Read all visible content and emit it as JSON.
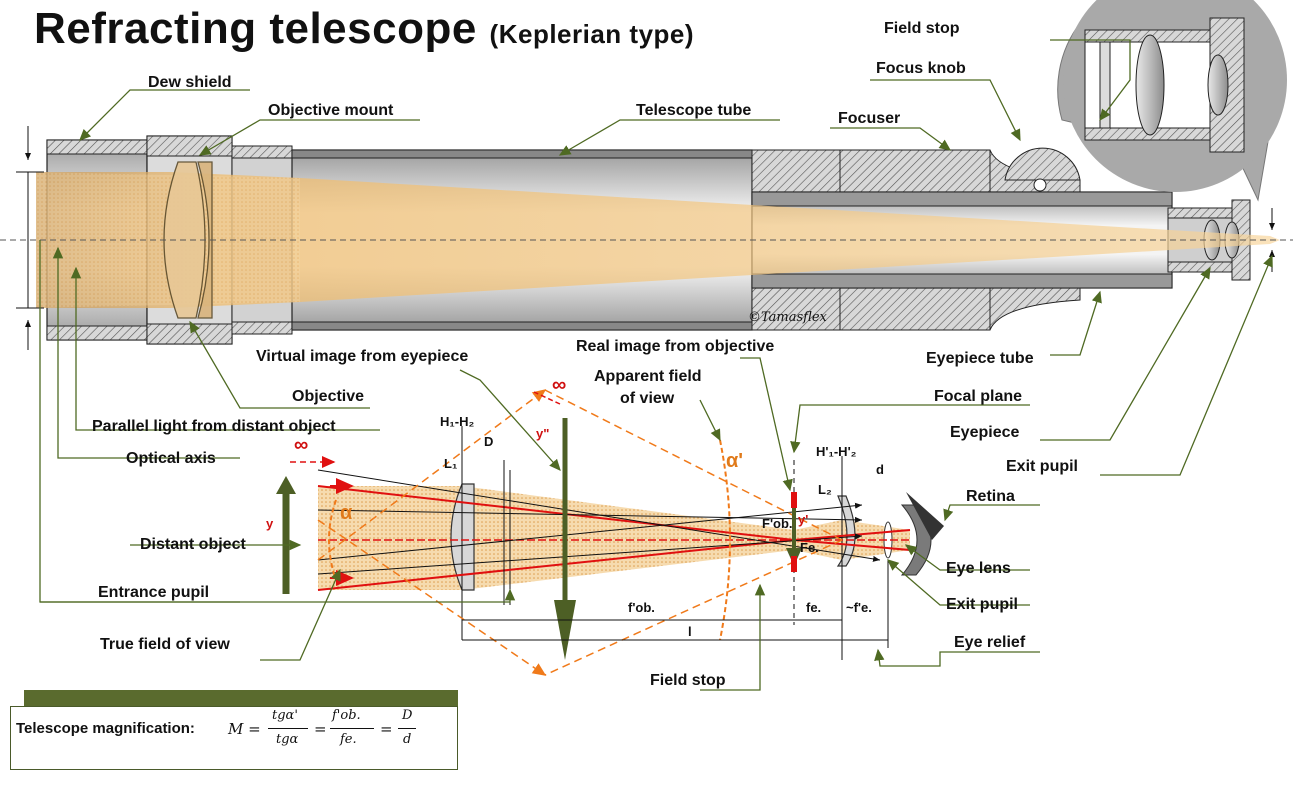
{
  "title": "Refracting telescope",
  "subtitle": "(Keplerian type)",
  "credit": "©Tamasflex",
  "labels": {
    "field_stop_top": "Field stop",
    "focus_knob": "Focus knob",
    "dew_shield": "Dew shield",
    "objective_mount": "Objective mount",
    "telescope_tube": "Telescope tube",
    "focuser": "Focuser",
    "virtual_image": "Virtual image from eyepiece",
    "real_image": "Real image from objective",
    "eyepiece_tube": "Eyepiece tube",
    "objective": "Objective",
    "apparent_fov_1": "Apparent field",
    "apparent_fov_2": "of view",
    "focal_plane": "Focal plane",
    "parallel_light": "Parallel light from distant object",
    "eyepiece": "Eyepiece",
    "optical_axis": "Optical axis",
    "exit_pupil_top": "Exit pupil",
    "retina": "Retina",
    "distant_object": "Distant object",
    "eye_lens": "Eye lens",
    "entrance_pupil": "Entrance pupil",
    "exit_pupil_bottom": "Exit pupil",
    "true_fov": "True field of view",
    "eye_relief": "Eye relief",
    "field_stop_bottom": "Field stop"
  },
  "symbols": {
    "h1h2": "H₁-H₂",
    "h1h2_prime": "H'₁-H'₂",
    "L1": "L₁",
    "L2": "L₂",
    "D": "D",
    "d": "d",
    "y": "y",
    "y_double_prime": "y\"",
    "y_prime": "y'",
    "alpha": "α",
    "alpha_prime": "α'",
    "infinity": "∞",
    "F_ob": "F'ob.",
    "F_e": "Fe.",
    "f_ob": "f'ob.",
    "f_e": "fe.",
    "f_e_prime": "~f'e.",
    "l": "l"
  },
  "formula": {
    "label": "Telescope magnification:",
    "M": "M =",
    "num1": "tgα'",
    "den1": "tgα",
    "eq": "=",
    "num2": "f'ob.",
    "den2": "fe.",
    "num3": "D",
    "den3": "d"
  },
  "colors": {
    "callout_line": "#4f6a23",
    "beam": "#f2b552",
    "ray_red": "#e01010",
    "orange_dash": "#f07a1a",
    "tube_gray": "#b9b9b9",
    "dark_olive": "#4d5f25"
  }
}
